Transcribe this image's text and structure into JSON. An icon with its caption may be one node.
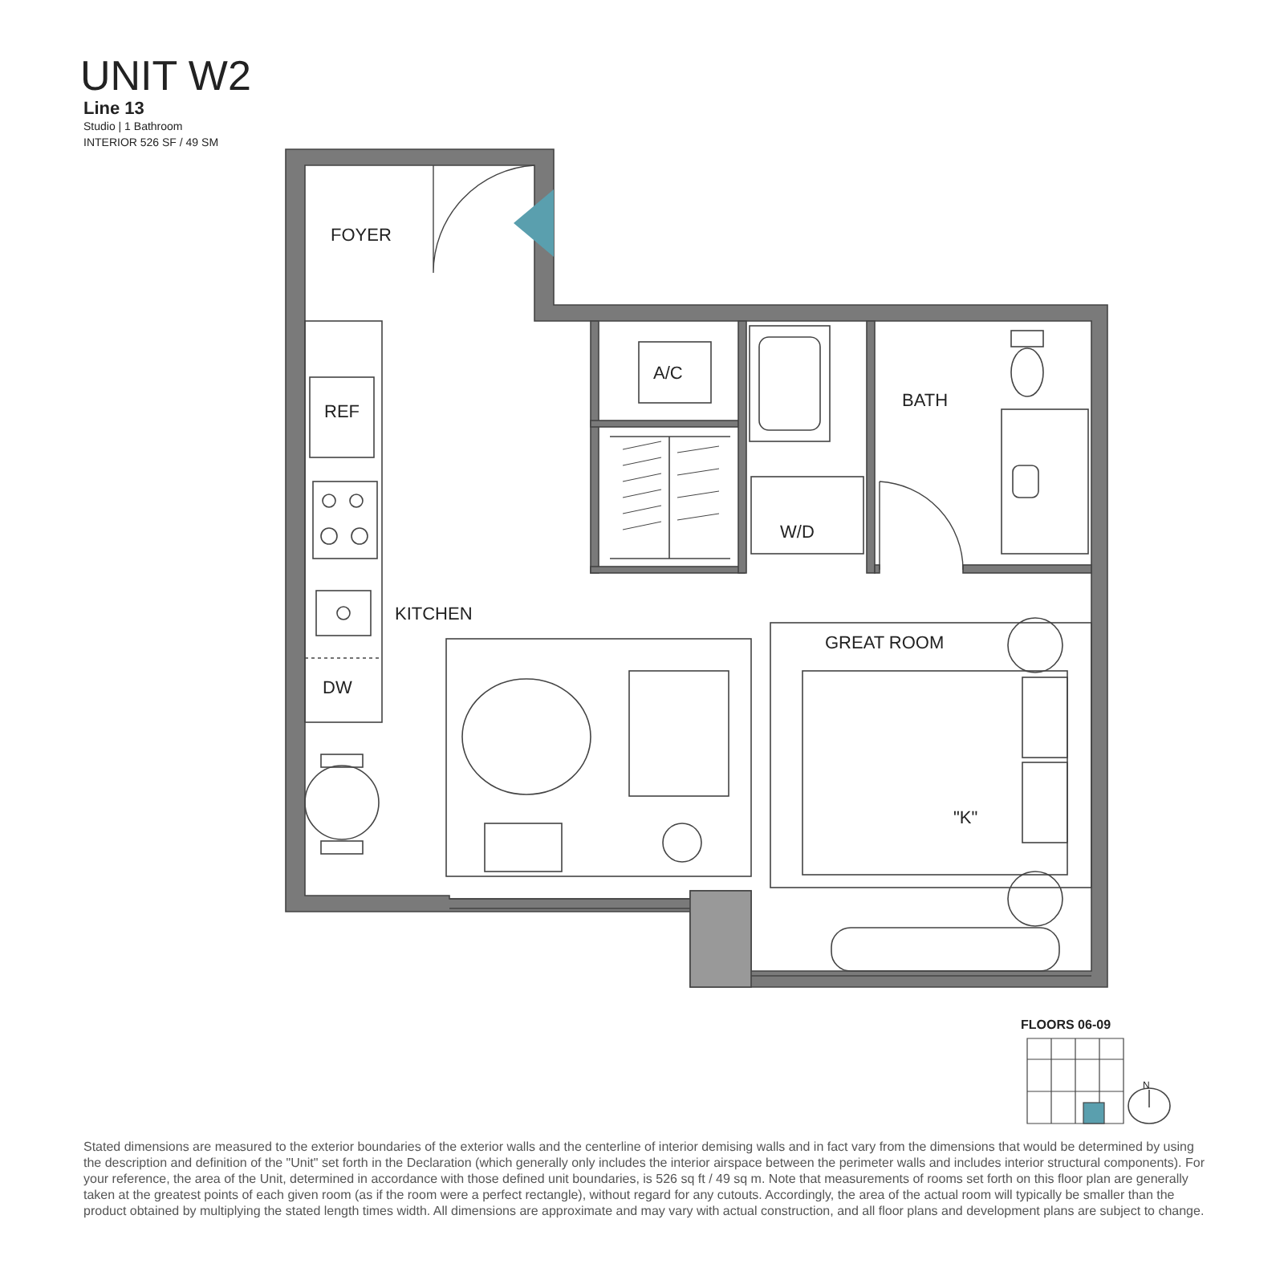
{
  "diagram": {
    "title": "UNIT W2",
    "labels": [
      "Line 13",
      "Studio | 1 Bathroom",
      "INTERIOR 526 SF / 49 SM",
      "FOYER",
      "A/C",
      "BATH",
      "REF",
      "W/D",
      "KITCHEN",
      "GREAT ROOM",
      "DW",
      "\"K\"",
      "FLOORS 06-09",
      "N",
      "Stated dimensions are measured to the exterior boundaries of the exterior walls and the centerline of interior demising walls and in fact vary from the dimensions that would be determined by using the description and definition of the \"Unit\" set forth in the Declaration (which generally only includes the interior airspace between the perimeter walls and includes interior structural components). For your reference, the area of the Unit, determined in accordance with those defined unit boundaries, is 526 sq ft / 49 sq m. Note that measurements of rooms set forth on this floor plan are generally taken at the greatest points of each given room (as if the room were a perfect rectangle), without regard for any cutouts. Accordingly, the area of the actual room will typically be smaller than the product obtained by multiplying the stated length times width. All dimensions are approximate and may vary with actual construction, and all floor plans and development plans are subject to change."
    ]
  }
}
